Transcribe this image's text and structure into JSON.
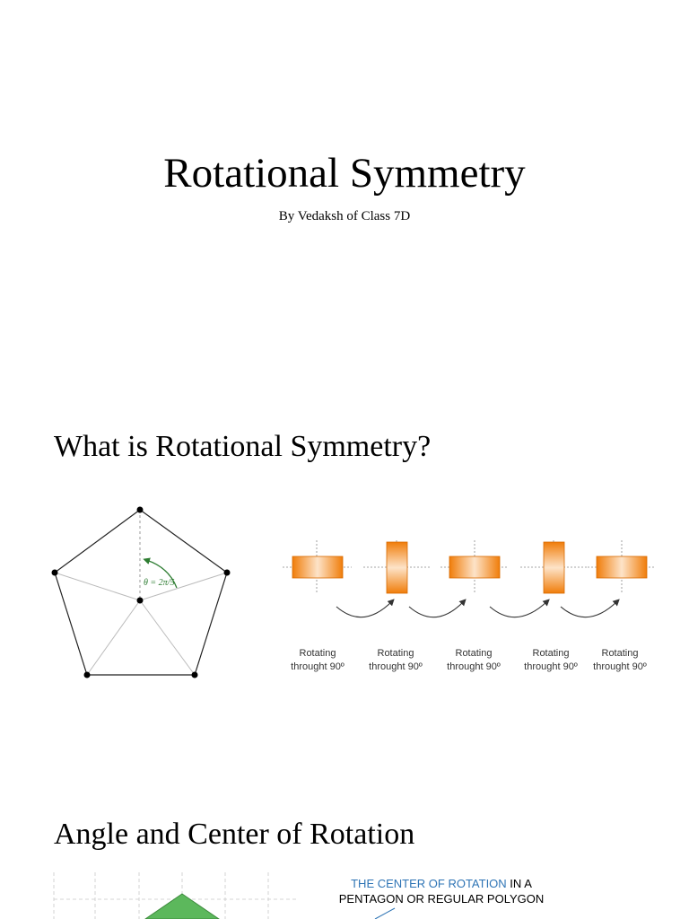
{
  "slide1": {
    "title": "Rotational Symmetry",
    "subtitle": "By Vedaksh of Class 7D"
  },
  "slide2": {
    "heading": "What is Rotational Symmetry?",
    "pentagon_angle_label": "θ = 2π/5",
    "rotation_captions": [
      [
        "Rotating",
        "throught 90º"
      ],
      [
        "Rotating",
        "throught 90º"
      ],
      [
        "Rotating",
        "throught 90º"
      ],
      [
        "Rotating",
        "throught 90º"
      ],
      [
        "Rotating",
        "throught 90º"
      ]
    ]
  },
  "slide3": {
    "heading": "Angle and Center of Rotation",
    "note_highlight": "THE CENTER OF ROTATION",
    "note_rest": " IN A PENTAGON OR REGULAR POLYGON"
  },
  "colors": {
    "orange": "#f28c28",
    "green_arrow": "#2e7d32",
    "blue_text": "#2e74b5",
    "green_shape": "#5cb85c"
  }
}
